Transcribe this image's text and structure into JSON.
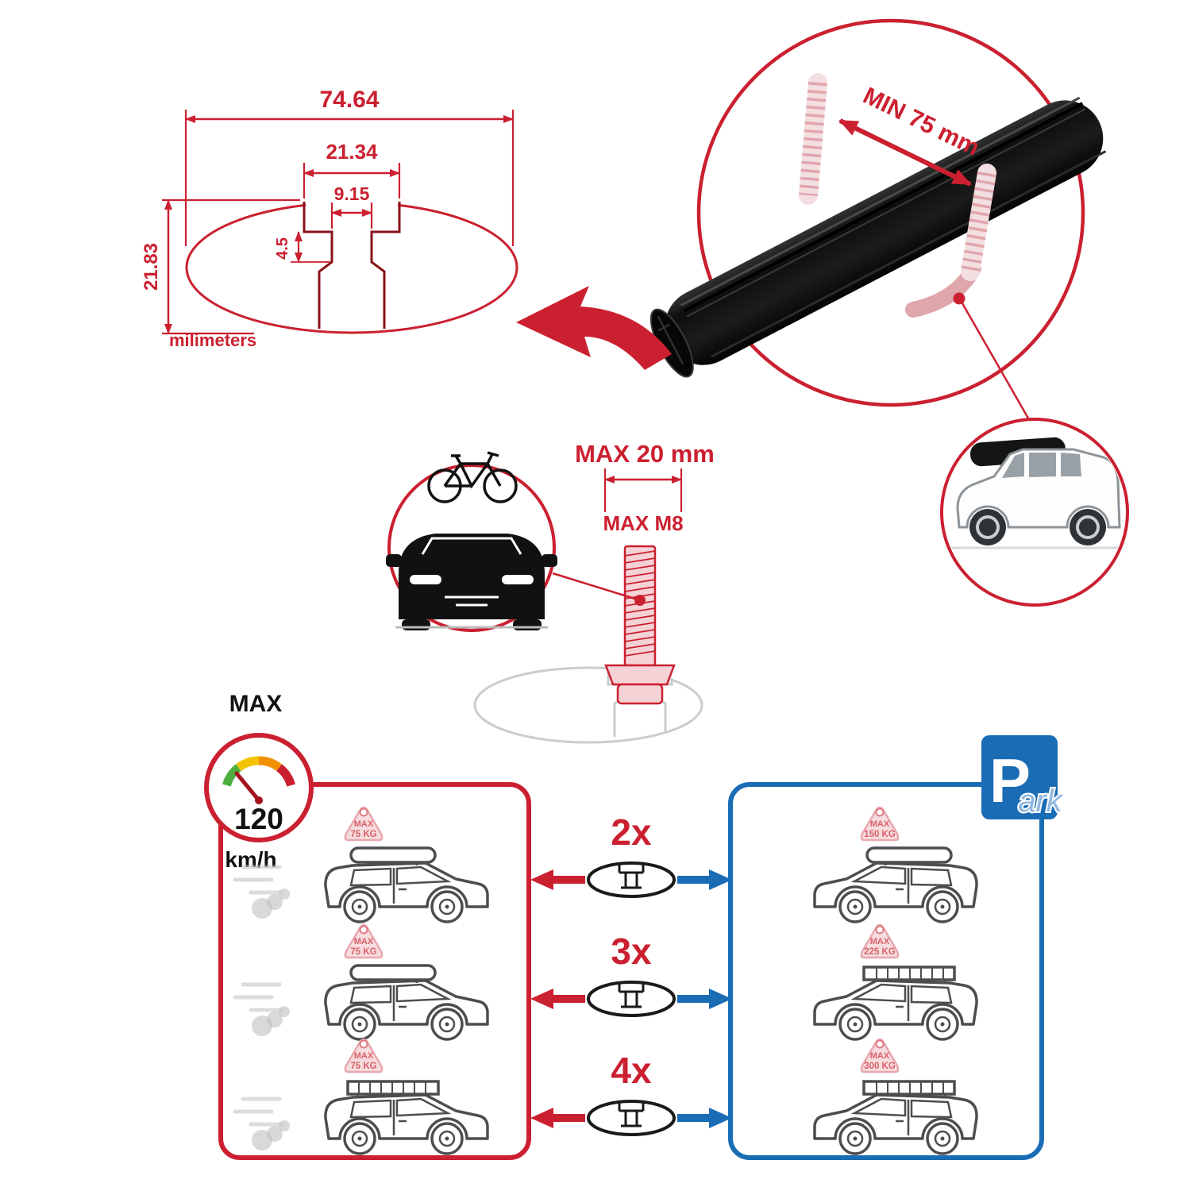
{
  "colors": {
    "accent_red": "#CB2030",
    "accent_blue": "#1A6CB5",
    "ghost_pink": "#E2A9AE",
    "ghost_gray": "#C9CDD0",
    "bar_black": "#101010"
  },
  "tech_drawing": {
    "width_total": "74.64",
    "width_channel_outer": "21.34",
    "width_channel_inner": "9.15",
    "lip_depth": "4.5",
    "height_total": "21.83",
    "units": "milimeters"
  },
  "crossbar_zoom": {
    "min_clamp_span": "MIN 75 mm"
  },
  "bolt_detail": {
    "max_slot_width": "MAX 20 mm",
    "max_bolt_thread": "MAX M8"
  },
  "speed_badge": {
    "label": "MAX",
    "value": "120",
    "unit": "km/h"
  },
  "driving_panel": {
    "cars": [
      {
        "tag_title": "MAX",
        "tag_value": "75 KG"
      },
      {
        "tag_title": "MAX",
        "tag_value": "75 KG"
      },
      {
        "tag_title": "MAX",
        "tag_value": "75 KG"
      }
    ]
  },
  "bar_counts": [
    {
      "qty": "2x"
    },
    {
      "qty": "3x"
    },
    {
      "qty": "4x"
    }
  ],
  "parking_panel": {
    "sign_letter": "P",
    "sign_suffix": "ark",
    "cars": [
      {
        "tag_title": "MAX",
        "tag_value": "150 KG"
      },
      {
        "tag_title": "MAX",
        "tag_value": "225 KG"
      },
      {
        "tag_title": "MAX",
        "tag_value": "300 KG"
      }
    ]
  }
}
